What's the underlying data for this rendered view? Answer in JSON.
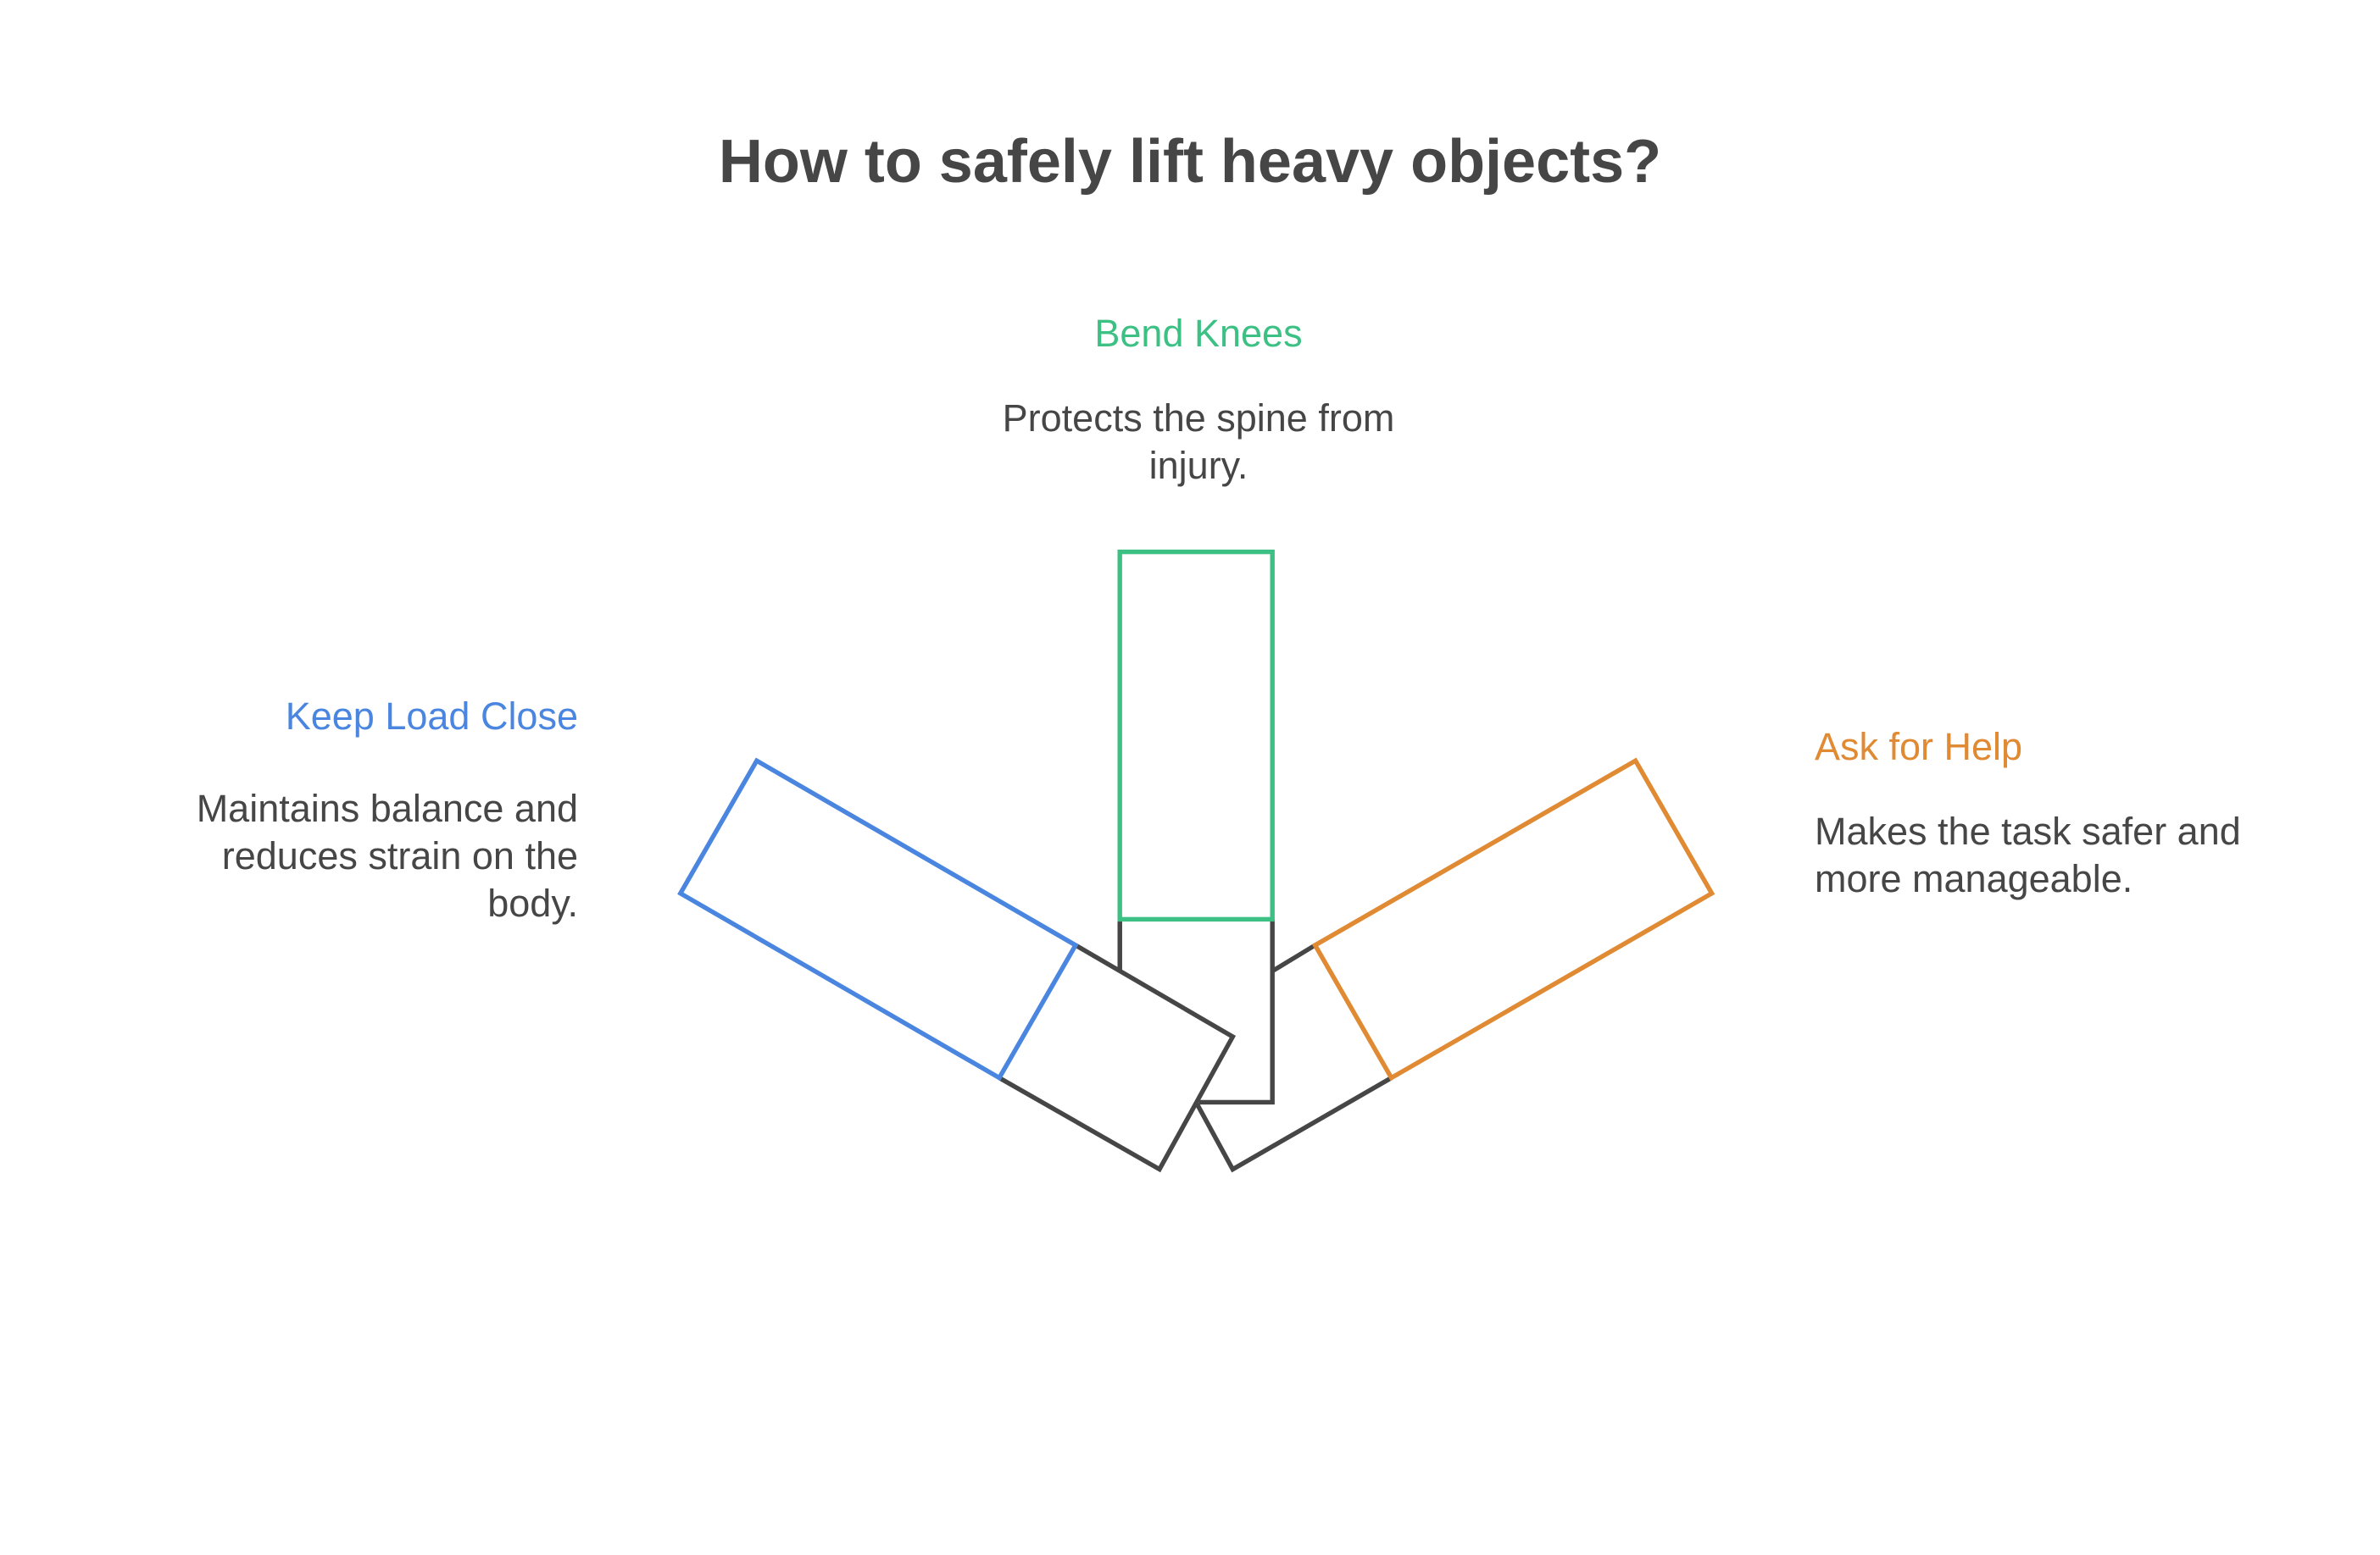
{
  "title": "How to safely lift heavy objects?",
  "colors": {
    "left": "#4a86e0",
    "center": "#3cc083",
    "right": "#e08a34",
    "dark": "#464646"
  },
  "items": [
    {
      "heading": "Keep Load Close",
      "description_lines": [
        "Maintains balance and",
        "reduces strain on the",
        "body."
      ]
    },
    {
      "heading": "Bend Knees",
      "description_lines": [
        "Protects the spine from",
        "injury."
      ]
    },
    {
      "heading": "Ask for Help",
      "description_lines": [
        "Makes the task safer and",
        "more manageable."
      ]
    }
  ]
}
